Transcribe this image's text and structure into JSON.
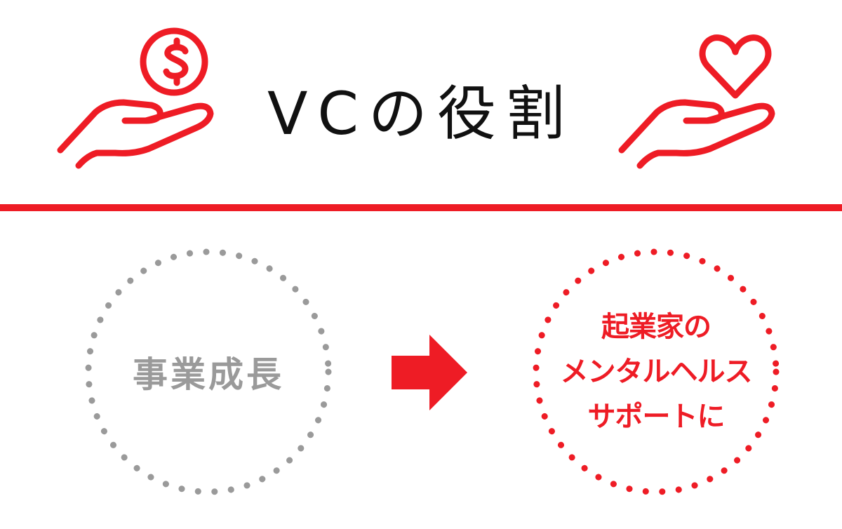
{
  "title": "VCの役割",
  "left_circle": {
    "label": "事業成長"
  },
  "right_circle": {
    "lines": [
      "起業家の",
      "メンタルヘルス",
      "サポートに"
    ]
  },
  "icons": {
    "left": "hand-holding-dollar-coin-icon",
    "right": "hand-holding-heart-icon",
    "arrow": "right-arrow-icon"
  },
  "colors": {
    "accent": "#ee1c25",
    "gray": "#9a9a9a",
    "text": "#111111"
  }
}
